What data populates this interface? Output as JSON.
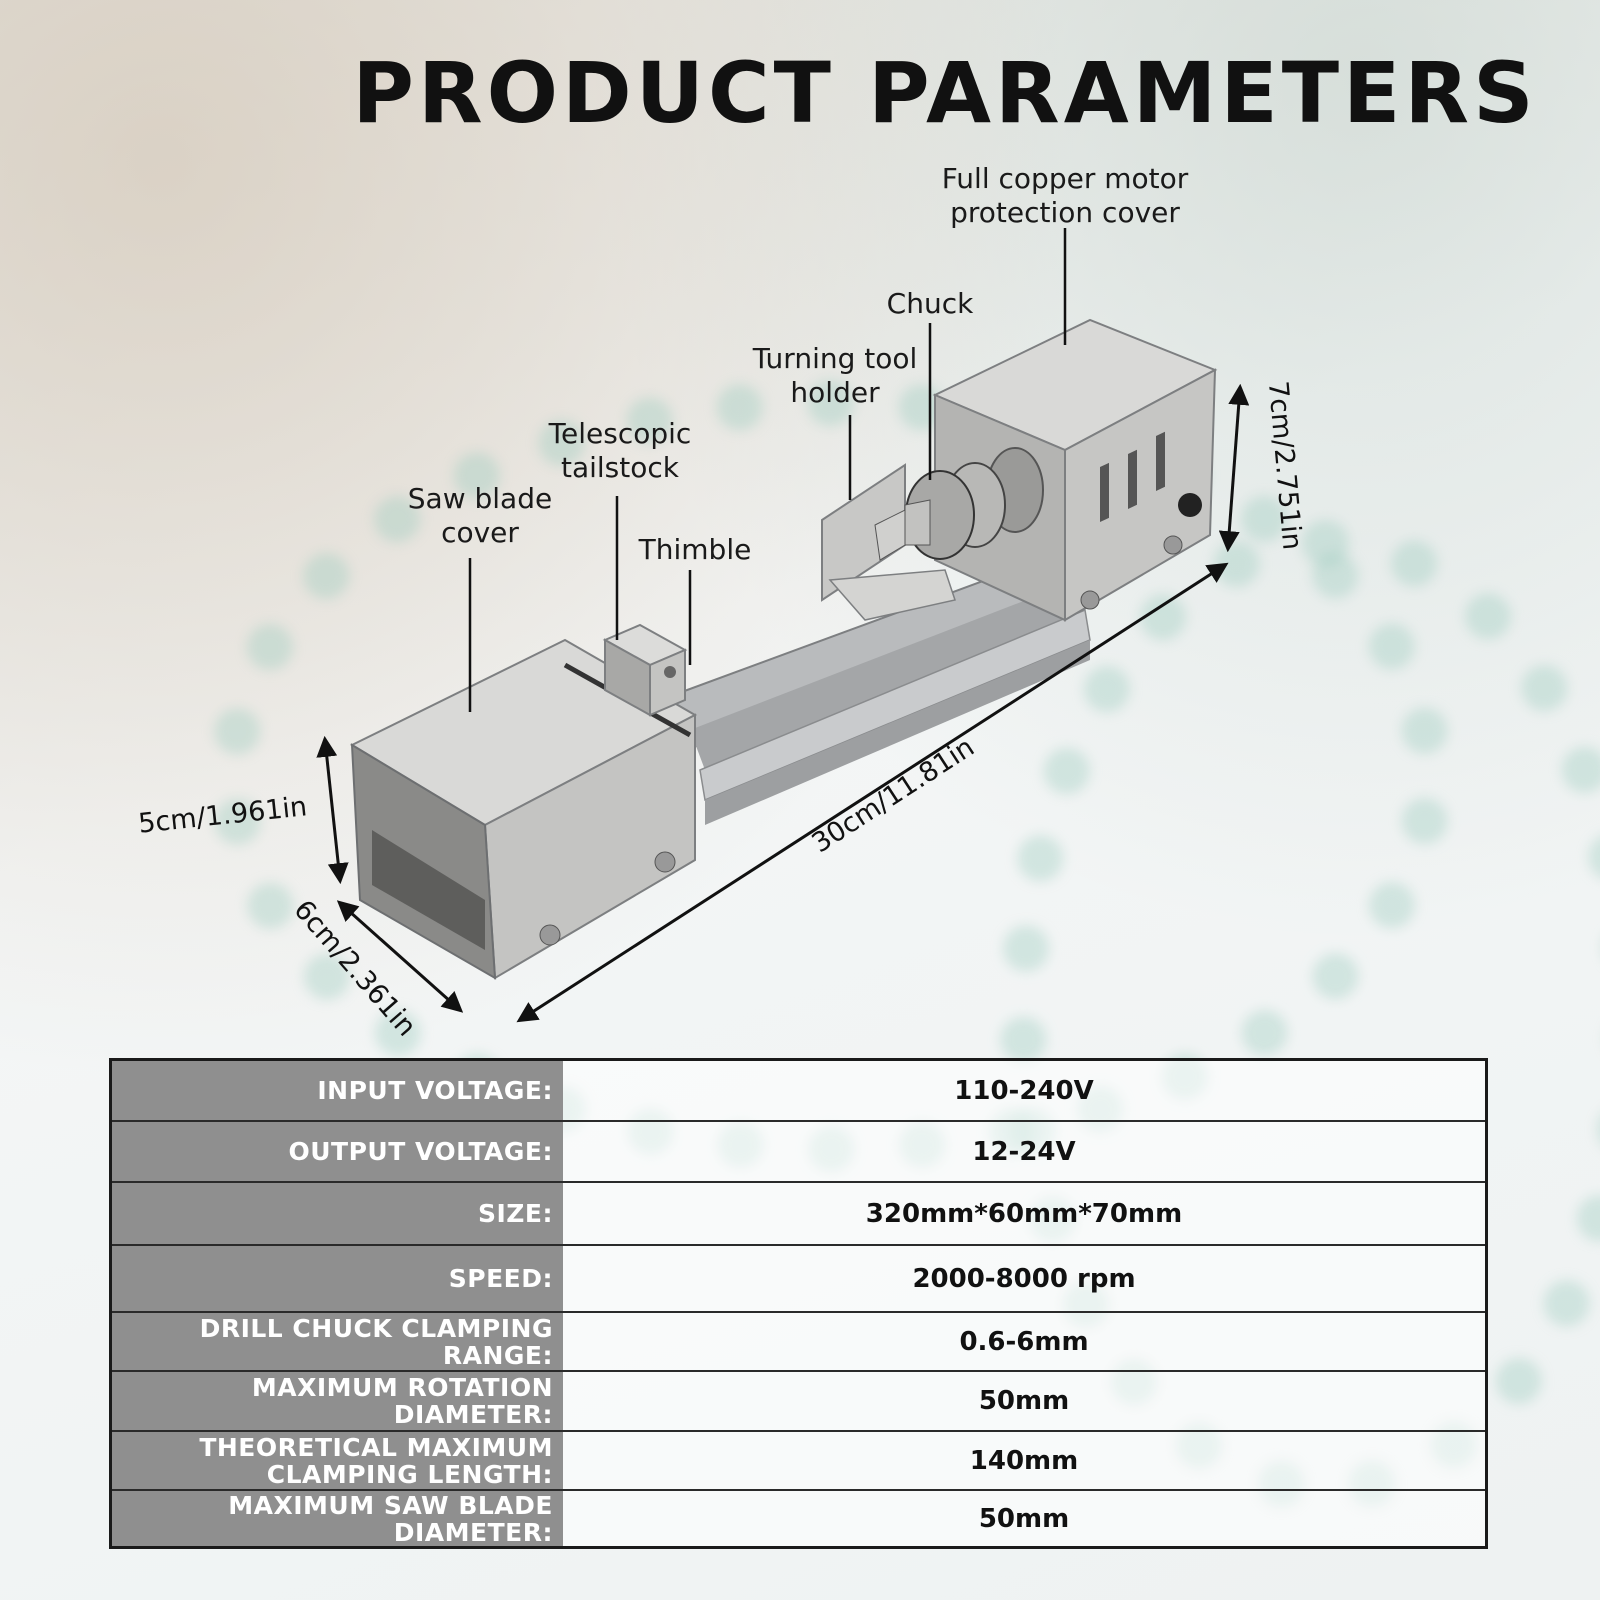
{
  "title": "PRODUCT PARAMETERS",
  "callouts": {
    "motor_cover": "Full copper motor\nprotection cover",
    "chuck": "Chuck",
    "tool_holder": "Turning tool\nholder",
    "tailstock": "Telescopic\ntailstock",
    "saw_cover": "Saw blade\ncover",
    "thimble": "Thimble"
  },
  "dimensions": {
    "height_right": "7cm/2.751in",
    "length": "30cm/11.81in",
    "height_left": "5cm/1.961in",
    "width": "6cm/2.361in"
  },
  "specs": [
    {
      "label": "INPUT VOLTAGE:",
      "value": "110-240V"
    },
    {
      "label": "OUTPUT VOLTAGE:",
      "value": "12-24V"
    },
    {
      "label": "SIZE:",
      "value": "320mm*60mm*70mm"
    },
    {
      "label": "SPEED:",
      "value": "2000-8000 rpm"
    },
    {
      "label": "DRILL CHUCK CLAMPING RANGE:",
      "value": "0.6-6mm"
    },
    {
      "label": "MAXIMUM ROTATION DIAMETER:",
      "value": "50mm"
    },
    {
      "label": "THEORETICAL MAXIMUM\nCLAMPING LENGTH:",
      "value": "140mm"
    },
    {
      "label": "MAXIMUM SAW BLADE DIAMETER:",
      "value": "50mm"
    }
  ]
}
